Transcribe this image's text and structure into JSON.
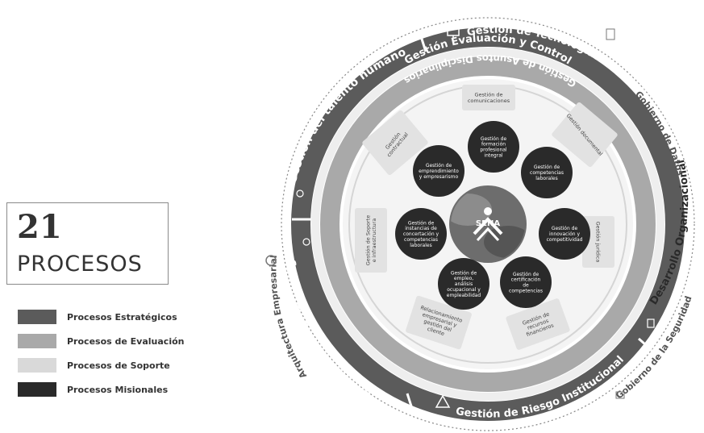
{
  "summary": {
    "count": "21",
    "label": "PROCESOS"
  },
  "legend": [
    {
      "label": "Procesos Estratégicos",
      "color": "#5b5b5b"
    },
    {
      "label": "Procesos de Evaluación",
      "color": "#a9a9a9"
    },
    {
      "label": "Procesos de Soporte",
      "color": "#d9d9d9"
    },
    {
      "label": "Procesos Misionales",
      "color": "#2a2a2a"
    }
  ],
  "outer_labels": {
    "top_right": "Gobierno de Datos",
    "left": "Arquitectura Empresarial",
    "bottom_right": "Gobierno de la Seguridad"
  },
  "strategic_ring": {
    "top_left": "Gestión del talento humano",
    "top_right": "Gestión de Tecnologías de la Información",
    "right": "Desarrollo Organizacional",
    "bottom": "Gestión de Riesgo Institucional",
    "left": "Direccionamiento Estratégico"
  },
  "evaluation_ring": {
    "top": "Gestión Evaluación y Control",
    "bottom": "Gestión de Asuntos Disciplinarios"
  },
  "support_processes": [
    "Gestión de comunicaciones",
    "Gestión documental",
    "Gestión jurídica",
    "Gestión de recursos financieros",
    "Relacionamiento empresarial y gestión del cliente",
    "Gestión de Soporte e infraestructura",
    "Gestión contractual"
  ],
  "missional_processes": [
    "Gestión de formación profesional integral",
    "Gestión de competencias laborales",
    "Gestión de innovación y competitividad",
    "Gestión de certificación de competencias",
    "Gestión de empleo, análisis ocupacional y empleabilidad",
    "Gestión de instancias de concertación y competencias laborales",
    "Gestión de emprendimiento y empresarismo"
  ],
  "center_logo": "SENA"
}
